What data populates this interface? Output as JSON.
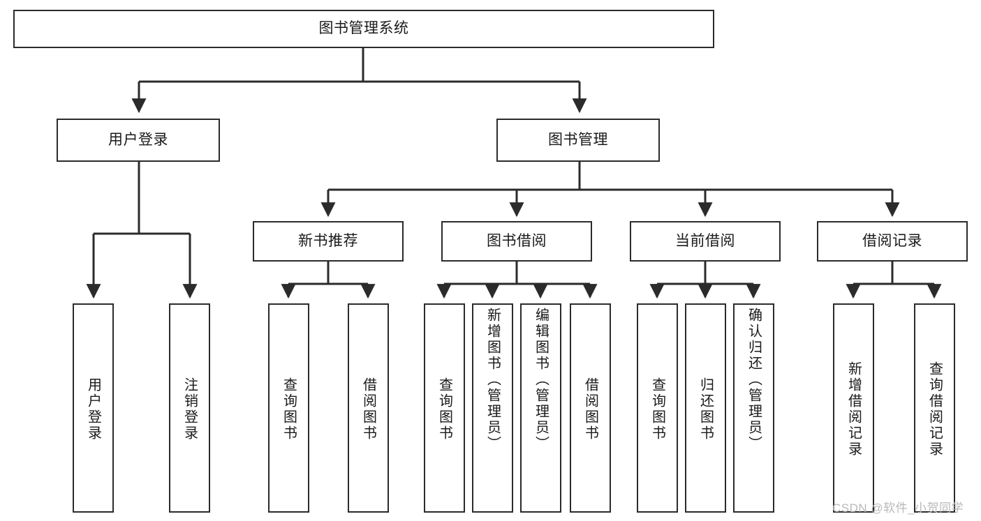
{
  "diagram": {
    "type": "hierarchy-tree",
    "title": "图书管理系统",
    "root": {
      "id": "root",
      "label": "图书管理系统"
    },
    "level2": [
      {
        "id": "user-login",
        "label": "用户登录"
      },
      {
        "id": "book-management",
        "label": "图书管理"
      }
    ],
    "level3": [
      {
        "id": "new-book-recommend",
        "label": "新书推荐",
        "parent": "book-management"
      },
      {
        "id": "book-borrow",
        "label": "图书借阅",
        "parent": "book-management"
      },
      {
        "id": "current-borrow",
        "label": "当前借阅",
        "parent": "book-management"
      },
      {
        "id": "borrow-record",
        "label": "借阅记录",
        "parent": "book-management"
      }
    ],
    "leaves": [
      {
        "id": "leaf-user-login",
        "label": "用户登录",
        "parent": "user-login"
      },
      {
        "id": "leaf-logout-login",
        "label": "注销登录",
        "parent": "user-login"
      },
      {
        "id": "leaf-query-book-1",
        "label": "查询图书",
        "parent": "new-book-recommend"
      },
      {
        "id": "leaf-borrow-book-1",
        "label": "借阅图书",
        "parent": "new-book-recommend"
      },
      {
        "id": "leaf-query-book-2",
        "label": "查询图书",
        "parent": "book-borrow"
      },
      {
        "id": "leaf-add-book",
        "label": "新增图书（管理员）",
        "parent": "book-borrow"
      },
      {
        "id": "leaf-edit-book",
        "label": "编辑图书（管理员）",
        "parent": "book-borrow"
      },
      {
        "id": "leaf-borrow-book-2",
        "label": "借阅图书",
        "parent": "book-borrow"
      },
      {
        "id": "leaf-query-book-3",
        "label": "查询图书",
        "parent": "current-borrow"
      },
      {
        "id": "leaf-return-book",
        "label": "归还图书",
        "parent": "current-borrow"
      },
      {
        "id": "leaf-confirm-return",
        "label": "确认归还（管理员）",
        "parent": "current-borrow"
      },
      {
        "id": "leaf-add-record",
        "label": "新增借阅记录",
        "parent": "borrow-record"
      },
      {
        "id": "leaf-query-record",
        "label": "查询借阅记录",
        "parent": "borrow-record"
      }
    ],
    "colors": {
      "stroke": "#2b2b2b",
      "fill": "#ffffff",
      "text": "#1a1a1a",
      "watermark": "#b9b9b9"
    }
  },
  "watermark": {
    "text": "CSDN @软件_小贺同学"
  }
}
